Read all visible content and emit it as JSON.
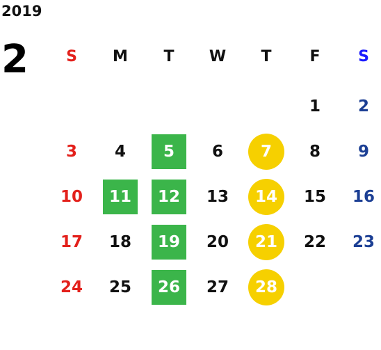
{
  "year": "2019",
  "month": "2",
  "weekdays": [
    "S",
    "M",
    "T",
    "W",
    "T",
    "F",
    "S"
  ],
  "weeks": [
    [
      {
        "text": "",
        "mark": ""
      },
      {
        "text": "",
        "mark": ""
      },
      {
        "text": "",
        "mark": ""
      },
      {
        "text": "",
        "mark": ""
      },
      {
        "text": "",
        "mark": ""
      },
      {
        "text": "1",
        "mark": ""
      },
      {
        "text": "2",
        "mark": ""
      }
    ],
    [
      {
        "text": "3",
        "mark": ""
      },
      {
        "text": "4",
        "mark": ""
      },
      {
        "text": "5",
        "mark": "green"
      },
      {
        "text": "6",
        "mark": ""
      },
      {
        "text": "7",
        "mark": "yellow"
      },
      {
        "text": "8",
        "mark": ""
      },
      {
        "text": "9",
        "mark": ""
      }
    ],
    [
      {
        "text": "10",
        "mark": ""
      },
      {
        "text": "11",
        "mark": "green"
      },
      {
        "text": "12",
        "mark": "green"
      },
      {
        "text": "13",
        "mark": ""
      },
      {
        "text": "14",
        "mark": "yellow"
      },
      {
        "text": "15",
        "mark": ""
      },
      {
        "text": "16",
        "mark": ""
      }
    ],
    [
      {
        "text": "17",
        "mark": ""
      },
      {
        "text": "18",
        "mark": ""
      },
      {
        "text": "19",
        "mark": "green"
      },
      {
        "text": "20",
        "mark": ""
      },
      {
        "text": "21",
        "mark": "yellow"
      },
      {
        "text": "22",
        "mark": ""
      },
      {
        "text": "23",
        "mark": ""
      }
    ],
    [
      {
        "text": "24",
        "mark": ""
      },
      {
        "text": "25",
        "mark": ""
      },
      {
        "text": "26",
        "mark": "green"
      },
      {
        "text": "27",
        "mark": ""
      },
      {
        "text": "28",
        "mark": "yellow"
      },
      {
        "text": "",
        "mark": ""
      },
      {
        "text": "",
        "mark": ""
      }
    ]
  ],
  "colors": {
    "sunday": "#e3201b",
    "saturday_header": "#1a1aff",
    "saturday": "#1c3f94",
    "green_mark": "#3bb54a",
    "yellow_mark": "#f6d000"
  }
}
